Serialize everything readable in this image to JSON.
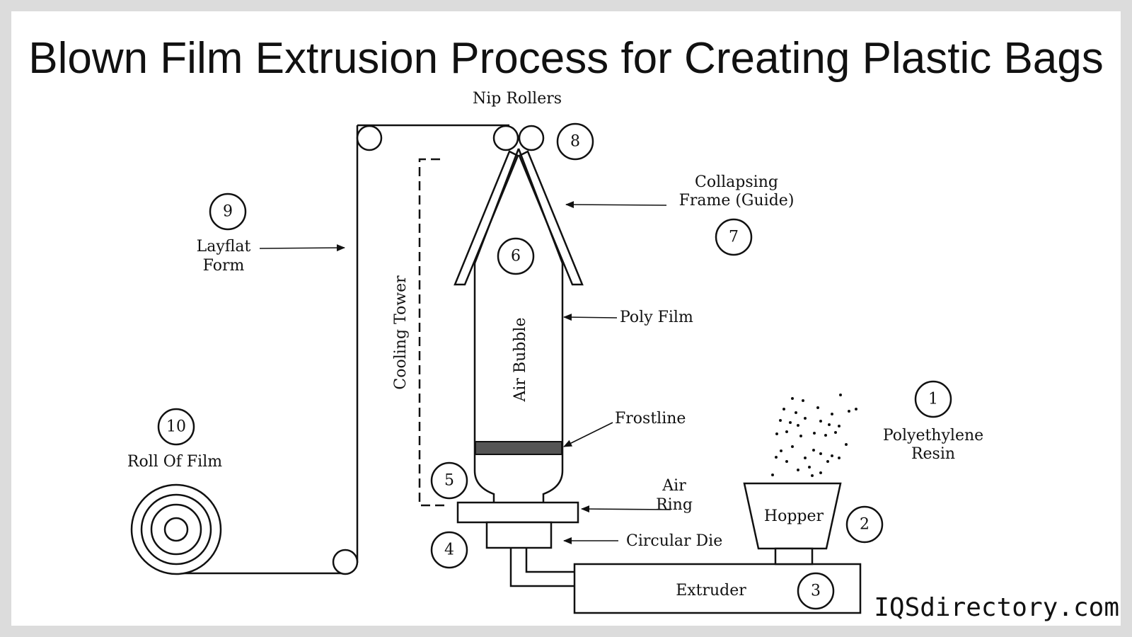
{
  "title": "Blown Film Extrusion Process for Creating Plastic Bags",
  "brand": "IQSdirectory.com",
  "labels": {
    "nip_rollers": "Nip Rollers",
    "collapsing_frame_1": "Collapsing",
    "collapsing_frame_2": "Frame (Guide)",
    "layflat_1": "Layflat",
    "layflat_2": "Form",
    "cooling_tower": "Cooling Tower",
    "air_bubble": "Air Bubble",
    "poly_film": "Poly Film",
    "frostline": "Frostline",
    "air_ring_1": "Air",
    "air_ring_2": "Ring",
    "circular_die": "Circular Die",
    "hopper": "Hopper",
    "extruder": "Extruder",
    "roll_of_film": "Roll Of Film",
    "resin_1": "Polyethylene",
    "resin_2": "Resin"
  },
  "numbers": {
    "n1": "1",
    "n2": "2",
    "n3": "3",
    "n4": "4",
    "n5": "5",
    "n6": "6",
    "n7": "7",
    "n8": "8",
    "n9": "9",
    "n10": "10"
  }
}
